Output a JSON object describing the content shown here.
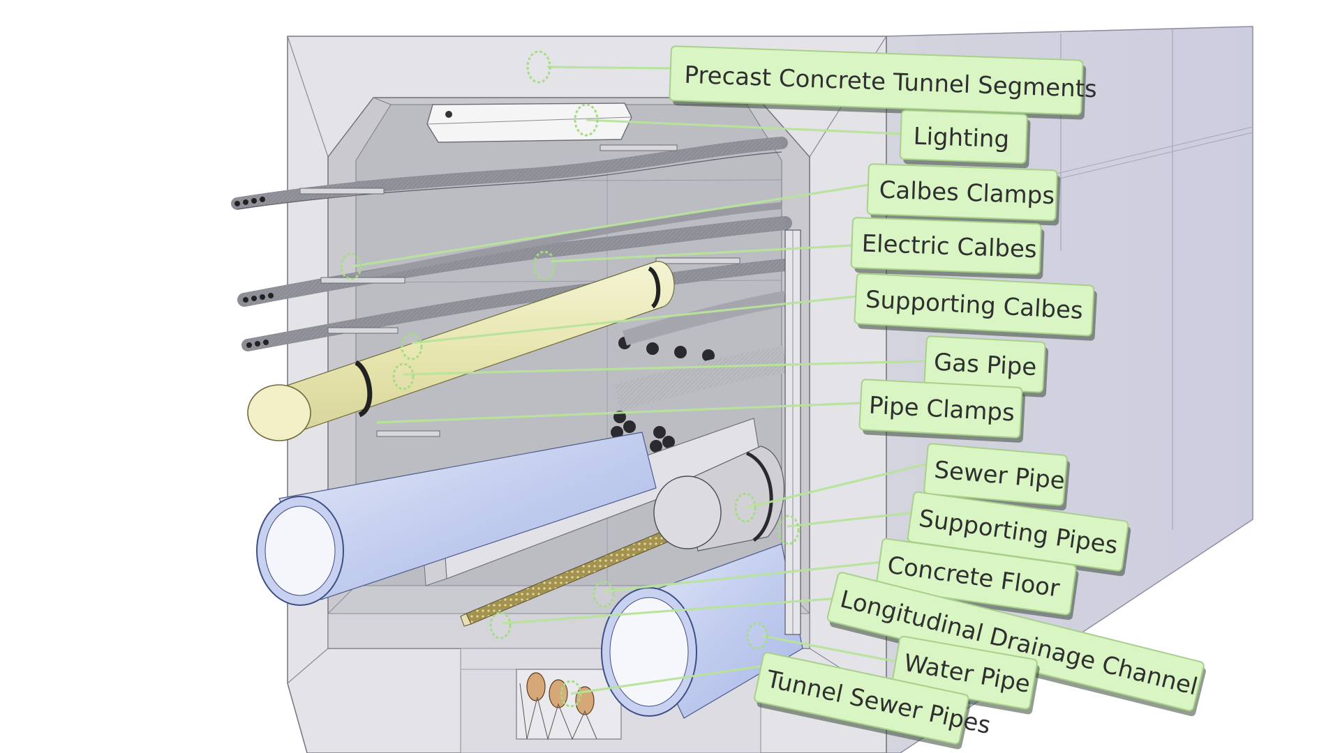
{
  "callouts": [
    {
      "id": "precast-concrete-tunnel-segments",
      "label": "Precast Concrete Tunnel Segments"
    },
    {
      "id": "lighting",
      "label": "Lighting"
    },
    {
      "id": "cables-clamps",
      "label": "Calbes Clamps"
    },
    {
      "id": "electric-cables",
      "label": "Electric Calbes"
    },
    {
      "id": "supporting-cables",
      "label": "Supporting Calbes"
    },
    {
      "id": "gas-pipe",
      "label": "Gas Pipe"
    },
    {
      "id": "pipe-clamps",
      "label": "Pipe Clamps"
    },
    {
      "id": "sewer-pipe",
      "label": "Sewer Pipe"
    },
    {
      "id": "supporting-pipes",
      "label": "Supporting Pipes"
    },
    {
      "id": "concrete-floor",
      "label": "Concrete Floor"
    },
    {
      "id": "longitudinal-drainage-channel",
      "label": "Longitudinal Drainage Channel"
    },
    {
      "id": "water-pipe",
      "label": "Water Pipe"
    },
    {
      "id": "tunnel-sewer-pipes",
      "label": "Tunnel Sewer Pipes"
    }
  ],
  "colors": {
    "concrete": "#dedde3",
    "concrete_side": "#cfd0dc",
    "label_fill": "#d9f5c4",
    "leader": "#b7e39a",
    "gas_pipe": "#efefc0",
    "water_pipe": "#b8c6ea"
  }
}
